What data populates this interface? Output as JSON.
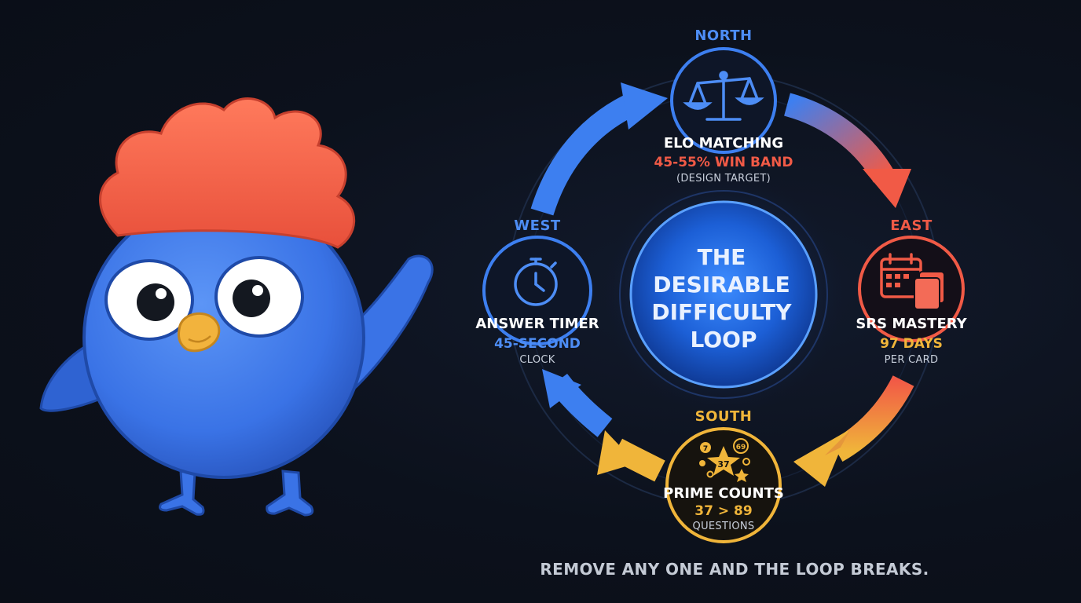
{
  "center": {
    "lines": [
      "THE",
      "DESIRABLE",
      "DIFFICULTY",
      "LOOP"
    ]
  },
  "nodes": {
    "north": {
      "direction": "NORTH",
      "title": "ELO MATCHING",
      "metric": "45-55% WIN BAND",
      "note": "(DESIGN TARGET)",
      "icon": "scales-icon"
    },
    "east": {
      "direction": "EAST",
      "title": "SRS MASTERY",
      "metric": "97 DAYS",
      "note": "PER CARD",
      "icon": "calendar-cards-icon"
    },
    "south": {
      "direction": "SOUTH",
      "title": "PRIME COUNTS",
      "metric": "37 > 89",
      "note": "QUESTIONS",
      "icon": "number-balls-icon",
      "icon_numbers": [
        "37",
        "69",
        "7"
      ]
    },
    "west": {
      "direction": "WEST",
      "title": "ANSWER TIMER",
      "metric": "45-SECOND",
      "note": "CLOCK",
      "icon": "stopwatch-icon"
    }
  },
  "footer": "REMOVE ANY ONE AND THE LOOP BREAKS.",
  "colors": {
    "blue": "#3d7ff0",
    "red": "#f15a46",
    "gold": "#f0b53a",
    "background": "#0c111c",
    "mascot_body": "#3b76e8",
    "mascot_crest": "#f2644c"
  },
  "mascot": "blue-bird-mascot"
}
